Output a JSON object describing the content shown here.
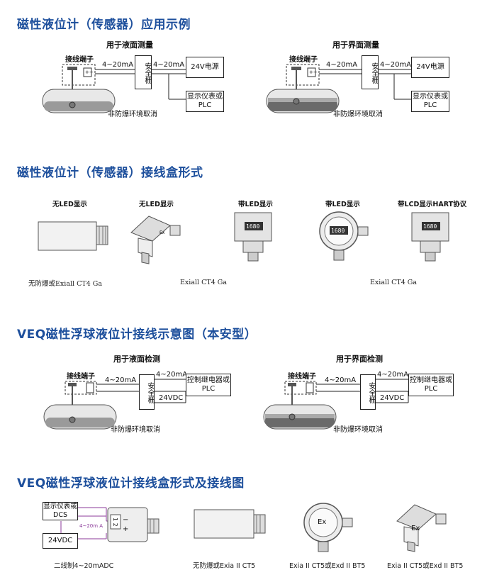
{
  "sections": {
    "s1_title": "磁性液位计（传感器）应用示例",
    "s2_title": "磁性液位计（传感器）接线盒形式",
    "s3_title": "VEQ磁性浮球液位计接线示意图（本安型）",
    "s4_title": "VEQ磁性浮球液位计接线盒形式及接线图"
  },
  "app": {
    "left_title": "用于液面测量",
    "right_title": "用于界面测量",
    "terminal": "接线端子",
    "signal": "4~20mA",
    "barrier": "安全栅",
    "power": "24V电源",
    "plus": "+",
    "minus": "−",
    "display": "显示仪表或PLC",
    "nonex": "非防爆环境取消"
  },
  "boxes": {
    "h1": "无LED显示",
    "h2": "无LED显示",
    "h3": "带LED显示",
    "h4": "带LED显示",
    "h5": "带LCD显示HART协议",
    "lcd": "1680",
    "cap1": "无防爆或Exiall CT4 Ga",
    "cap2": "Exiall CT4 Ga",
    "cap3": "Exiall CT4 Ga"
  },
  "veq": {
    "left_title": "用于液面检测",
    "right_title": "用于界面检测",
    "terminal": "接线端子",
    "signal": "4~20mA",
    "barrier": "安全栅",
    "relay": "控制继电器或PLC",
    "vdc": "24VDC",
    "nonex": "非防爆环境取消"
  },
  "wiring": {
    "dcs": "显示仪表或DCS",
    "vdc": "24VDC",
    "signal": "4~20m A",
    "term": "1 2",
    "plus": "+",
    "minus": "−",
    "ex": "Ex",
    "cap1": "二线制4~20mADC",
    "cap2": "无防爆或Exia II CT5",
    "cap3": "Exia II CT5或Exd II BT5",
    "cap4": "Exia II CT5或Exd II BT5"
  }
}
